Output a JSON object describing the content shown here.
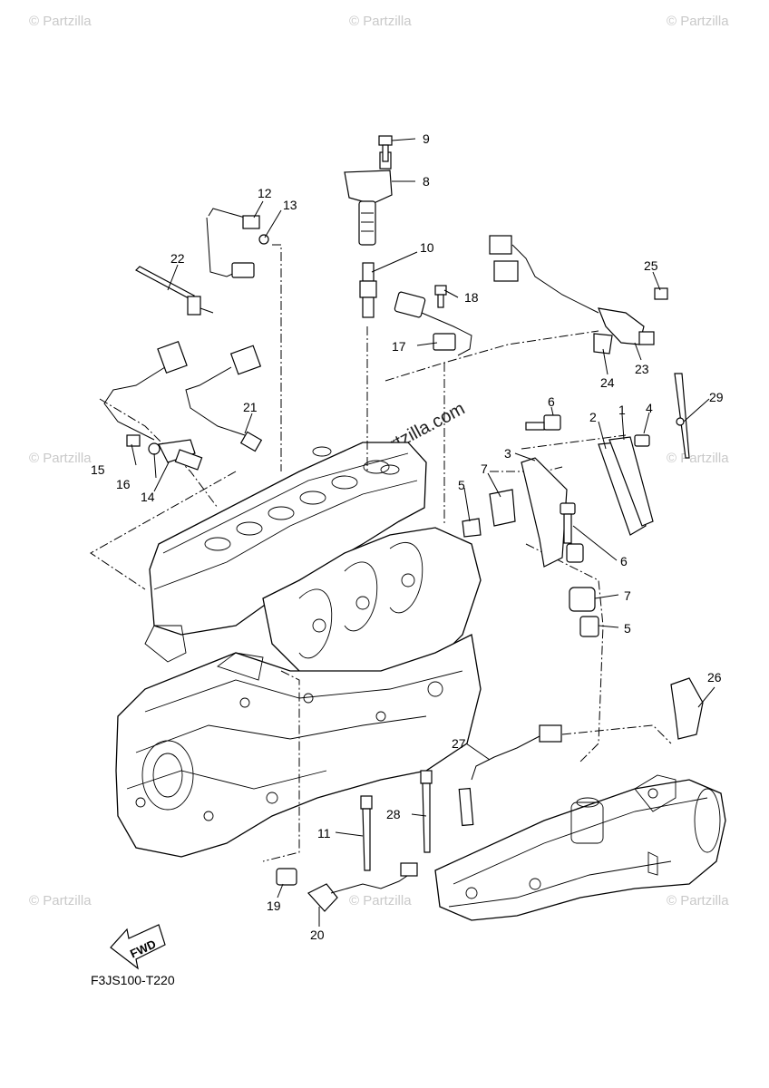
{
  "diagram_code": "F3JS100-T220",
  "direction_label": "FWD",
  "watermark_center": "© Partzilla.com",
  "watermark_edge": "© Partzilla",
  "callouts": {
    "c1": "1",
    "c2": "2",
    "c3": "3",
    "c4": "4",
    "c5a": "5",
    "c5b": "5",
    "c6a": "6",
    "c6b": "6",
    "c7a": "7",
    "c7b": "7",
    "c8": "8",
    "c9": "9",
    "c10": "10",
    "c11": "11",
    "c12": "12",
    "c13": "13",
    "c14": "14",
    "c15": "15",
    "c16": "16",
    "c17": "17",
    "c18": "18",
    "c19": "19",
    "c20": "20",
    "c21": "21",
    "c22": "22",
    "c23": "23",
    "c24": "24",
    "c25": "25",
    "c26": "26",
    "c27": "27",
    "c28": "28",
    "c29": "29"
  }
}
